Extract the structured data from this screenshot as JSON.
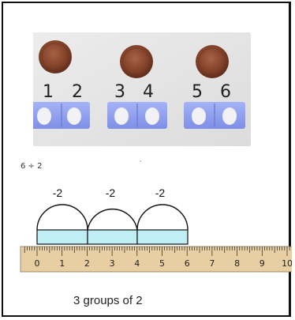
{
  "photo": {
    "coin_count": 3,
    "number_labels": [
      "1",
      "2",
      "3",
      "4",
      "5",
      "6"
    ],
    "cube_pair_count": 3,
    "coin_color": "#8a4b2e",
    "cube_color": "#8f9ff0"
  },
  "equation": "6 ÷ 2",
  "jump_labels": [
    "-2",
    "-2",
    "-2"
  ],
  "ruler": {
    "ticks": [
      "0",
      "1",
      "2",
      "3",
      "4",
      "5",
      "6",
      "7",
      "8",
      "9",
      "10"
    ],
    "color": "#e8cfa3"
  },
  "groups": {
    "bar_color": "#bfeef5",
    "ranges": [
      [
        0,
        2
      ],
      [
        2,
        4
      ],
      [
        4,
        6
      ]
    ]
  },
  "caption": "3 groups of 2"
}
